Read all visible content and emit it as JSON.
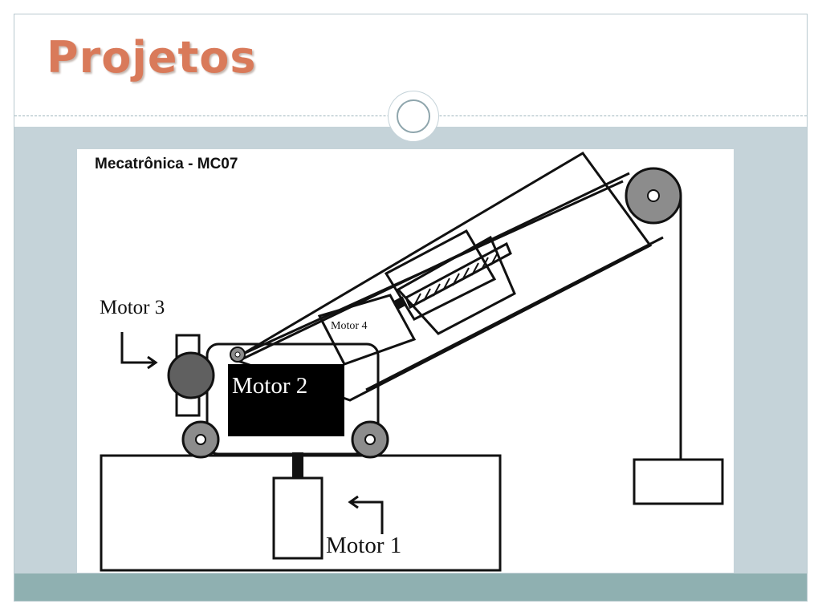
{
  "slide": {
    "title": "Projetos"
  },
  "figure": {
    "title": "Mecatrônica - MC07",
    "labels": {
      "motor1": "Motor 1",
      "motor2": "Motor 2",
      "motor3": "Motor 3",
      "motor4": "Motor 4"
    }
  },
  "colors": {
    "title": "#d97a5a",
    "content_bg": "#c5d3d9",
    "footer_bg": "#8fb0b1",
    "pulley_gray": "#8c8c8c",
    "motor3_gray": "#606060",
    "motor2_fill": "#000000"
  }
}
